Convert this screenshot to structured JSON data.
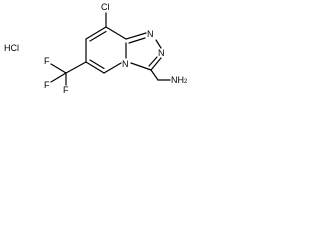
{
  "salt": {
    "label": "HCl"
  },
  "molecule": {
    "substituent_cl": "Cl",
    "substituent_cf3": "F",
    "ring_n1": "N",
    "ring_n2": "N",
    "ring_n_bridge": "N",
    "amine_text": "NH",
    "amine_subscript": "2"
  },
  "colors": {
    "ink": "#000000",
    "background": "#ffffff"
  }
}
